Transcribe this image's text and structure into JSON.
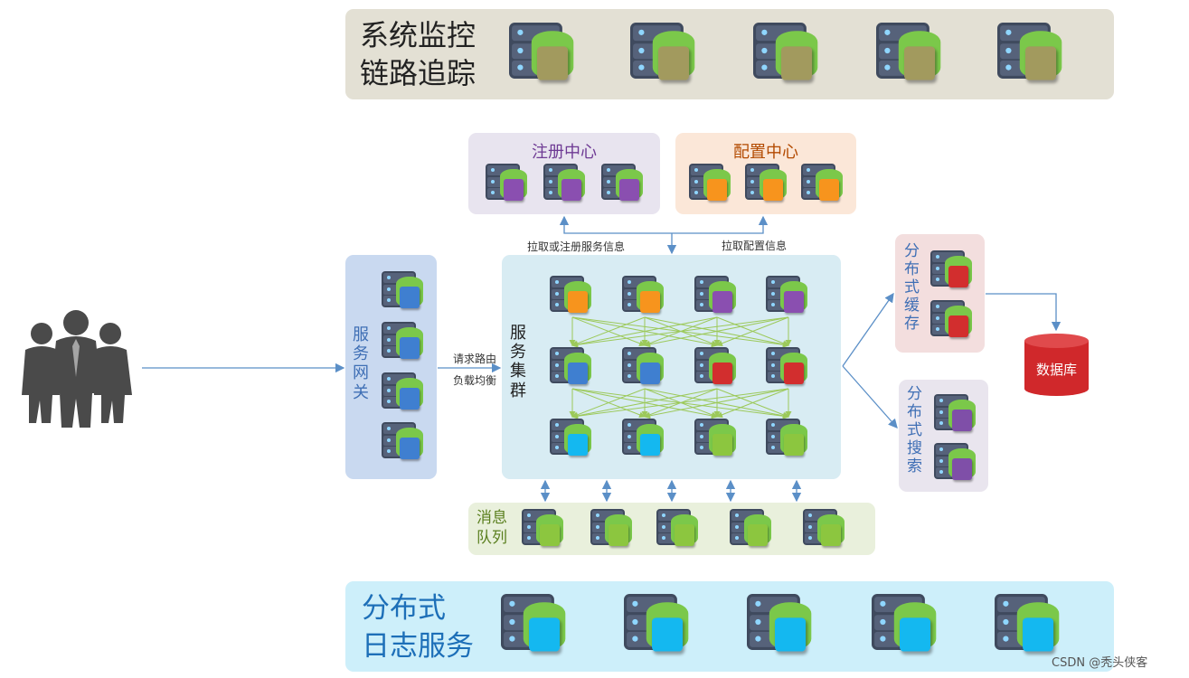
{
  "monitoring": {
    "line1": "系统监控",
    "line2": "链路追踪"
  },
  "registry": {
    "title": "注册中心"
  },
  "config": {
    "title": "配置中心"
  },
  "gateway": {
    "chars": [
      "服",
      "务",
      "网",
      "关"
    ]
  },
  "cluster": {
    "chars": [
      "服",
      "务",
      "集",
      "群"
    ]
  },
  "cache": {
    "chars": [
      "分",
      "布",
      "式",
      "缓",
      "存"
    ]
  },
  "search": {
    "chars": [
      "分",
      "布",
      "式",
      "搜",
      "索"
    ]
  },
  "database": {
    "label": "数据库"
  },
  "mq": {
    "line1": "消息",
    "line2": "队列"
  },
  "logging": {
    "line1": "分布式",
    "line2": "日志服务"
  },
  "annotations": {
    "pull_register": "拉取或注册服务信息",
    "pull_config": "拉取配置信息",
    "route": "请求路由",
    "balance": "负载均衡"
  },
  "watermark": "CSDN @秃头侠客",
  "colors": {
    "monitor_panel": "#e3e0d4",
    "monitor_cube": "#a29a5e",
    "registry_panel": "#e8e4ef",
    "registry_cube": "#8a4fb0",
    "config_panel": "#fbe7d8",
    "config_cube": "#f7941d",
    "gateway_panel": "#c9d9f0",
    "gateway_cube": "#3f7fd0",
    "cluster_panel": "#d8ecf3",
    "cache_panel": "#f3dede",
    "cache_cube": "#d22e2e",
    "search_panel": "#e9e5ee",
    "search_cube": "#7f4fa8",
    "mq_panel": "#e9f0dc",
    "mq_cube": "#8cc63f",
    "log_panel": "#cdeffa",
    "log_cube": "#14b8f0",
    "arrow": "#5b8fc7",
    "mesh": "#9cc95a",
    "db": "#d0282b"
  }
}
